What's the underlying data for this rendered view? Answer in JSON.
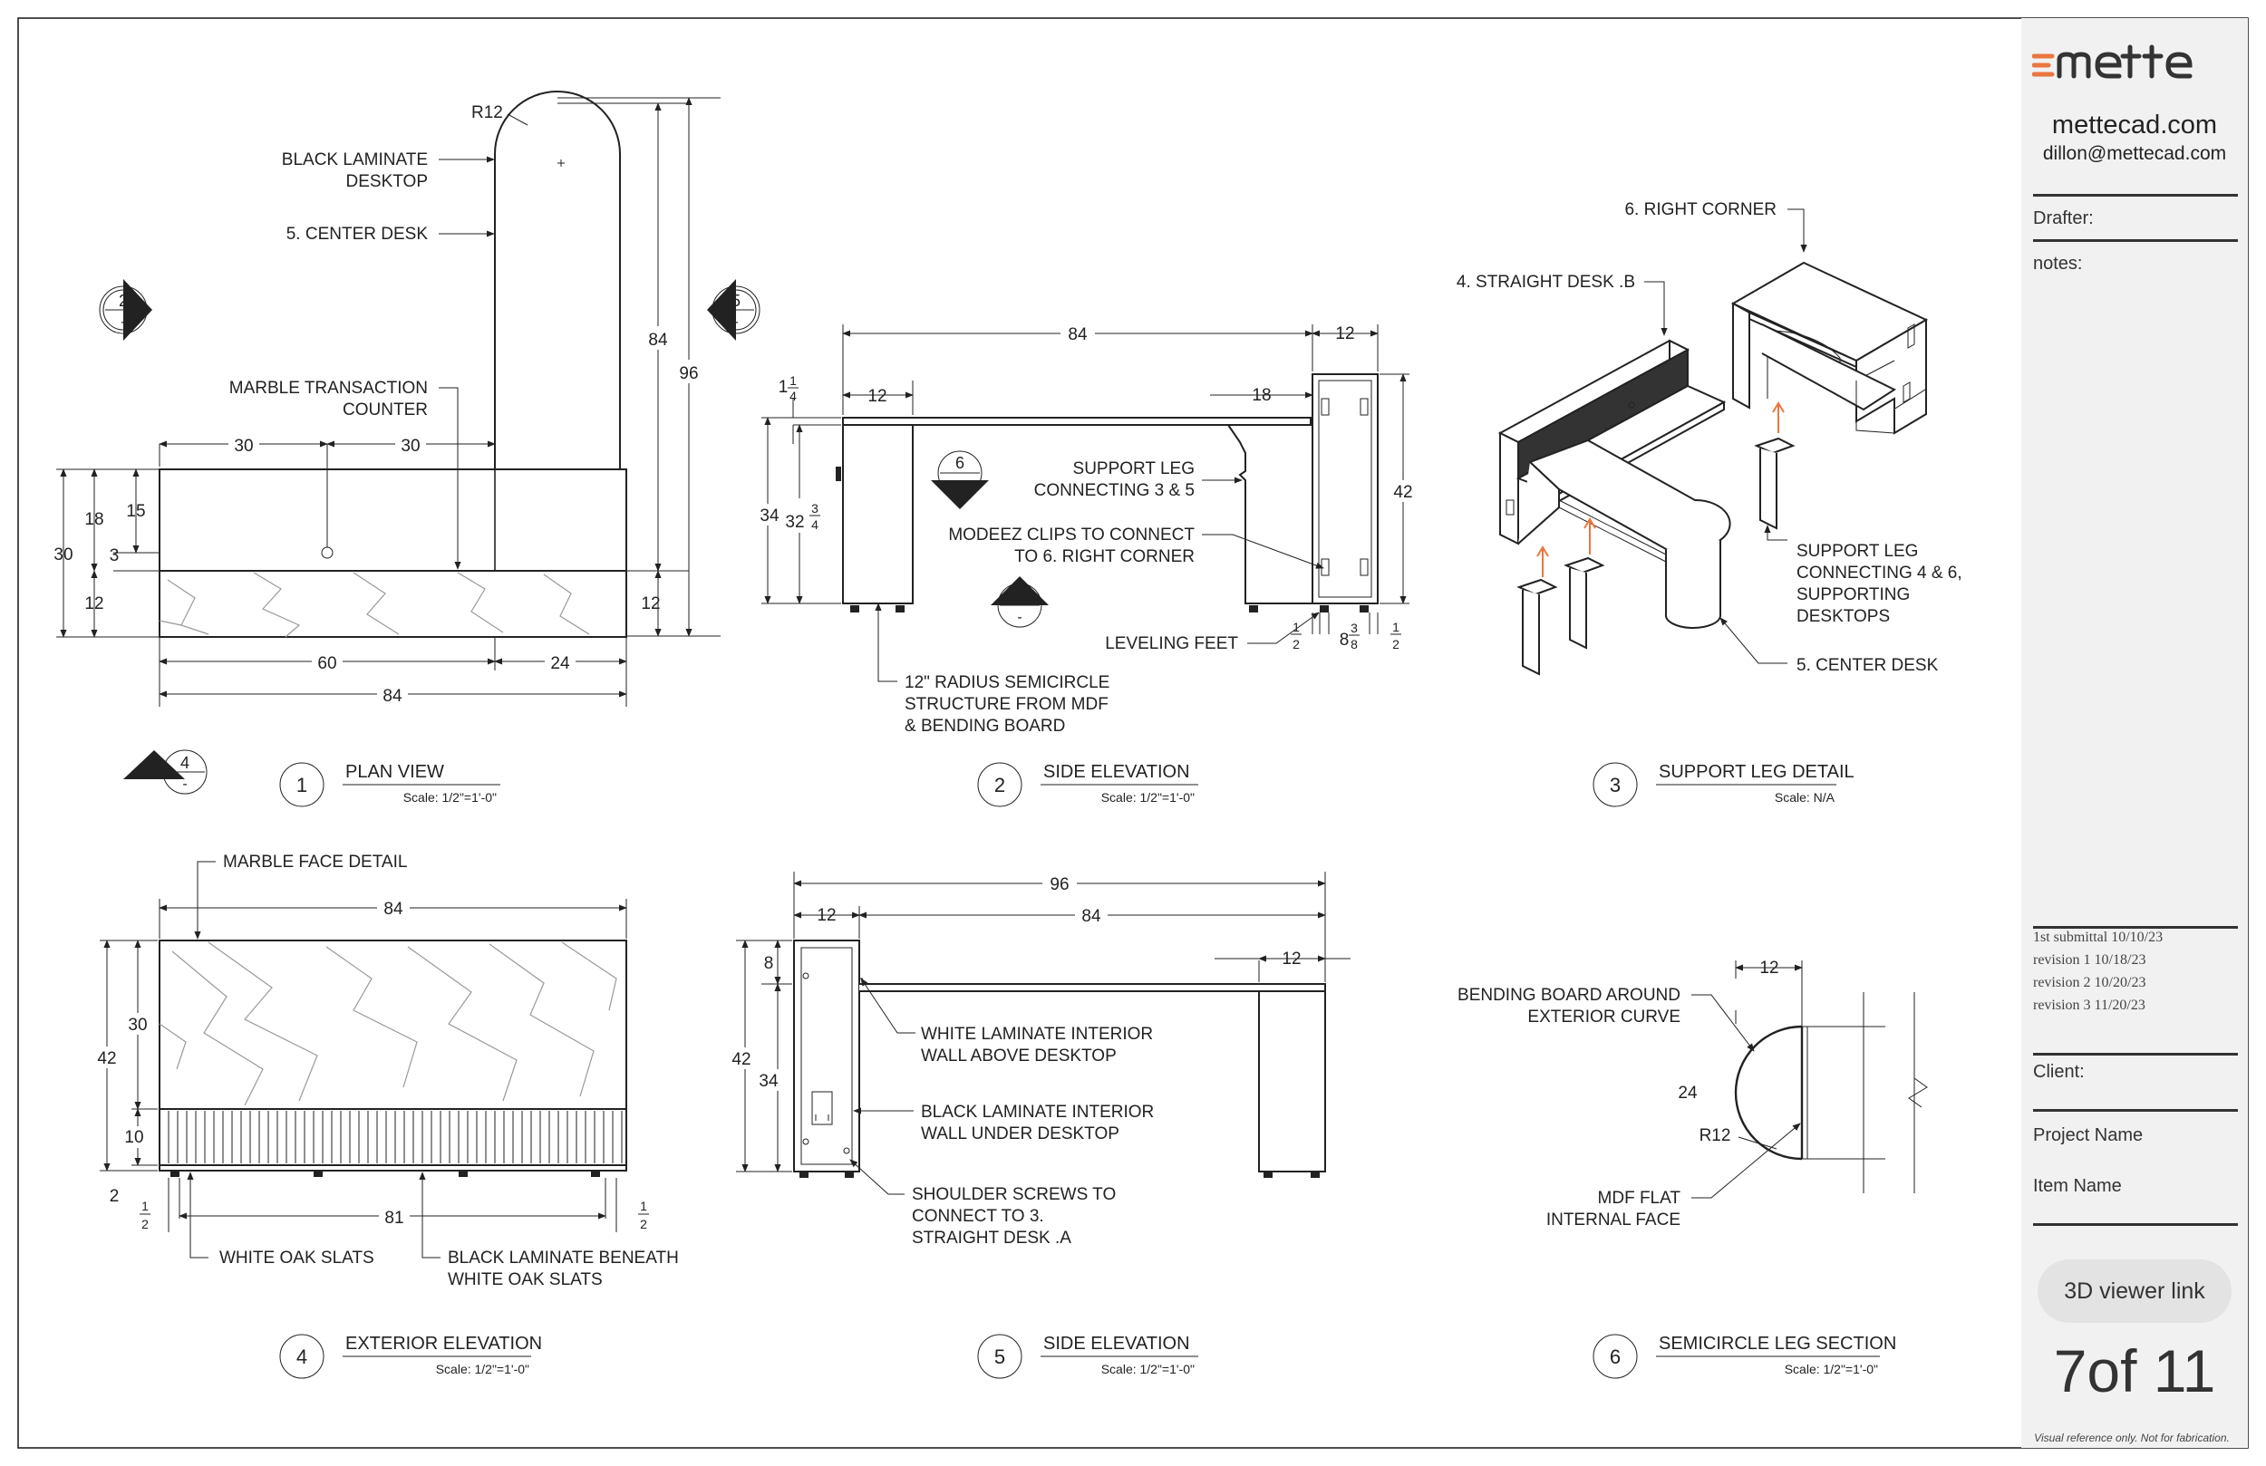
{
  "colors": {
    "accent": "#e9773f",
    "ink": "#222222",
    "titleblock": "#f1f1f1"
  },
  "titleblock": {
    "logo_icon": "mette-logo-icon",
    "site": "mettecad.com",
    "email": "dillon@mettecad.com",
    "drafter_label": "Drafter:",
    "notes_label": "notes:",
    "revisions": [
      "1st submittal 10/10/23",
      "revision 1 10/18/23",
      "revision 2 10/20/23",
      "revision 3 11/20/23"
    ],
    "client_label": "Client:",
    "project_label": "Project Name",
    "item_label": "Item Name",
    "viewer_link": "3D viewer link",
    "page": "7of 11",
    "disclaimer": "Visual reference only. Not for fabrication."
  },
  "views": {
    "plan": {
      "num": "1",
      "title": "PLAN VIEW",
      "scale": "Scale: 1/2\"=1'-0\""
    },
    "side1": {
      "num": "2",
      "title": "SIDE ELEVATION",
      "scale": "Scale: 1/2\"=1'-0\""
    },
    "legs": {
      "num": "3",
      "title": "SUPPORT LEG DETAIL",
      "scale": "Scale: N/A"
    },
    "ext": {
      "num": "4",
      "title": "EXTERIOR ELEVATION",
      "scale": "Scale: 1/2\"=1'-0\""
    },
    "side2": {
      "num": "5",
      "title": "SIDE ELEVATION",
      "scale": "Scale: 1/2\"=1'-0\""
    },
    "semi": {
      "num": "6",
      "title": "SEMICIRCLE LEG SECTION",
      "scale": "Scale: 1/2\"=1'-0\""
    }
  },
  "markers": {
    "m2": "2",
    "m5": "5",
    "m4": "4",
    "m6a": "6",
    "m6b": "6",
    "dash": "-"
  },
  "plan": {
    "c_desktop_1": "BLACK LAMINATE",
    "c_desktop_2": "DESKTOP",
    "c_center": "5. CENTER DESK",
    "c_marble_1": "MARBLE TRANSACTION",
    "c_marble_2": "COUNTER",
    "r12": "R12",
    "d84": "84",
    "d96": "96",
    "d30a": "30",
    "d30b": "30",
    "d18": "18",
    "d15": "15",
    "d30c": "30",
    "d3": "3",
    "d12a": "12",
    "d12b": "12",
    "d60": "60",
    "d24": "24",
    "d84b": "84"
  },
  "side1": {
    "d84": "84",
    "d12a": "12",
    "d12b": "12",
    "d18": "18",
    "d42": "42",
    "d34": "34",
    "d32": "32",
    "d32f_n": "3",
    "d32f_d": "4",
    "d1q_w": "1",
    "d1q_d": "4",
    "dh1_n": "1",
    "dh1_d": "2",
    "d8": "8",
    "d8f_n": "3",
    "d8f_d": "8",
    "dh2_n": "1",
    "dh2_d": "2",
    "c_leg_1": "SUPPORT LEG",
    "c_leg_2": "CONNECTING 3 & 5",
    "c_clip_1": "MODEEZ CLIPS TO CONNECT",
    "c_clip_2": "TO 6. RIGHT CORNER",
    "c_feet": "LEVELING FEET",
    "c_semi_1": "12\" RADIUS SEMICIRCLE",
    "c_semi_2": "STRUCTURE FROM MDF",
    "c_semi_3": "& BENDING BOARD"
  },
  "legs": {
    "c_corner": "6. RIGHT CORNER",
    "c_straight": "4. STRAIGHT DESK .B",
    "c_leg46_1": "SUPPORT LEG",
    "c_leg46_2": "CONNECTING 4 & 6,",
    "c_leg46_3": "SUPPORTING",
    "c_leg46_4": "DESKTOPS",
    "c_center": "5. CENTER DESK"
  },
  "ext": {
    "c_face": "MARBLE FACE DETAIL",
    "d84": "84",
    "d42": "42",
    "d30": "30",
    "d10": "10",
    "d2": "2",
    "d81": "81",
    "dl_n": "1",
    "dl_d": "2",
    "dr_n": "1",
    "dr_d": "2",
    "c_slats": "WHITE OAK SLATS",
    "c_beneath_1": "BLACK LAMINATE BENEATH",
    "c_beneath_2": "WHITE OAK SLATS"
  },
  "side2": {
    "d96": "96",
    "d12a": "12",
    "d84": "84",
    "d12b": "12",
    "d8": "8",
    "d42": "42",
    "d34": "34",
    "c_white_1": "WHITE LAMINATE INTERIOR",
    "c_white_2": "WALL ABOVE DESKTOP",
    "c_black_1": "BLACK LAMINATE INTERIOR",
    "c_black_2": "WALL UNDER DESKTOP",
    "c_screw_1": "SHOULDER SCREWS TO",
    "c_screw_2": "CONNECT TO 3.",
    "c_screw_3": "STRAIGHT DESK .A"
  },
  "semi": {
    "c_bend_1": "BENDING BOARD AROUND",
    "c_bend_2": "EXTERIOR CURVE",
    "d12": "12",
    "d24": "24",
    "r12": "R12",
    "c_mdf_1": "MDF FLAT",
    "c_mdf_2": "INTERNAL FACE"
  }
}
